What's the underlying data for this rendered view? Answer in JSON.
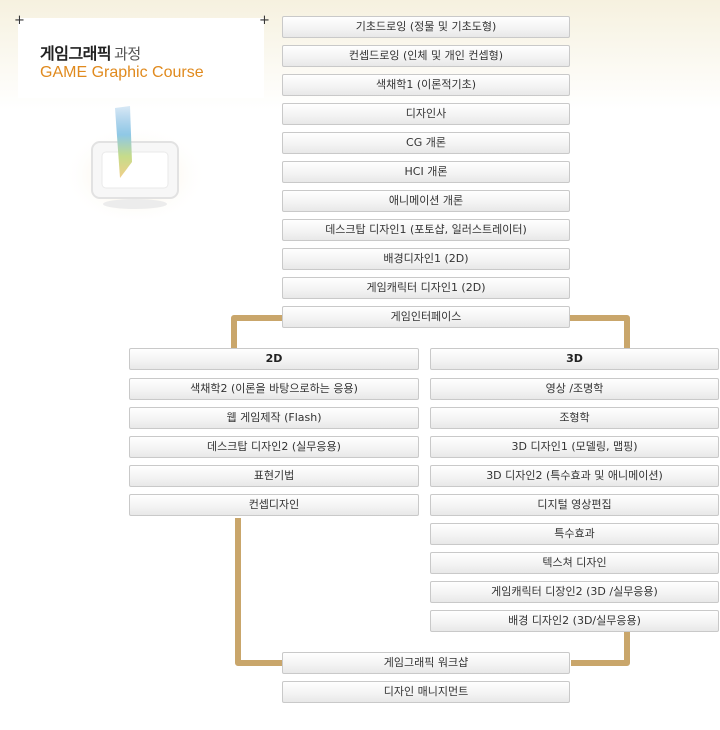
{
  "header": {
    "title_ko": "게임그래픽",
    "title_ko_suffix": "과정",
    "title_en": "GAME Graphic Course"
  },
  "main_courses": [
    "기초드로잉 (정물 및 기초도형)",
    "컨셉드로잉 (인체 및 개인 컨셉형)",
    "색채학1 (이론적기초)",
    "디자인사",
    "CG 개론",
    "HCI 개론",
    "애니메이션 개론",
    "데스크탑 디자인1 (포토샵, 일러스트레이터)",
    "배경디자인1 (2D)",
    "게임캐릭터 디자인1 (2D)",
    "게임인터페이스"
  ],
  "track_2d": {
    "heading": "2D",
    "courses": [
      "색채학2 (이론을 바탕으로하는 응용)",
      "웹 게임제작 (Flash)",
      "데스크탑 디자인2 (실무응용)",
      "표현기법",
      "컨셉디자인"
    ]
  },
  "track_3d": {
    "heading": "3D",
    "courses": [
      "영상 /조명학",
      "조형학",
      "3D 디자인1 (모델링, 맵핑)",
      "3D 디자인2 (특수효과 및 애니메이션)",
      "디지털 영상편집",
      "특수효과",
      "텍스쳐 디자인",
      "게임캐릭터 디장인2 (3D /실무응용)",
      "배경 디자인2 (3D/실무응용)"
    ]
  },
  "final_courses": [
    "게임그래픽 워크샵",
    "디자인 매니지먼트"
  ],
  "colors": {
    "connector": "#c9a66b",
    "title_en": "#e08a1e"
  }
}
